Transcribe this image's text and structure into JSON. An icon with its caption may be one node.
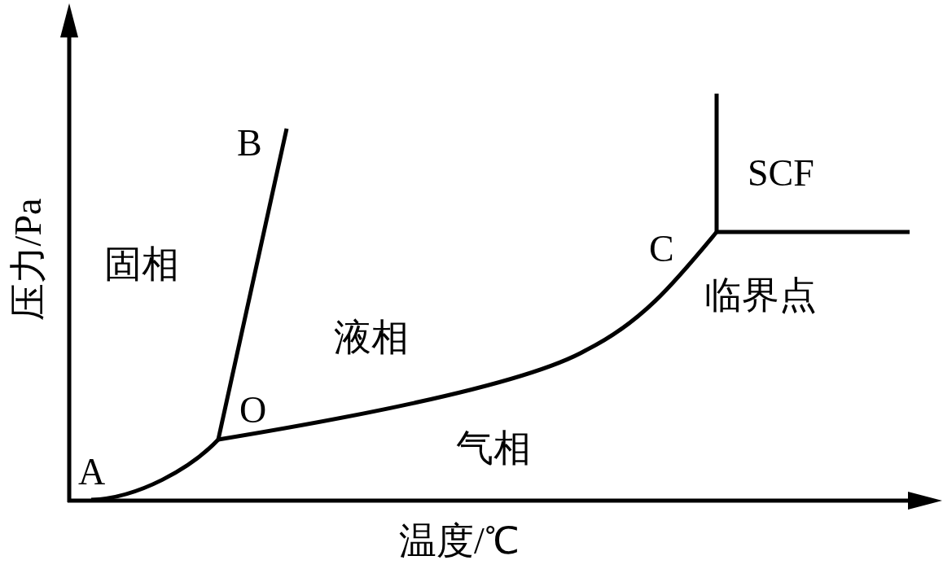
{
  "diagram": {
    "nodes": [
      {
        "text": [
          "A"
        ]
      },
      {
        "text": [
          "B"
        ]
      },
      {
        "text": [
          "O"
        ]
      },
      {
        "text": [
          "C"
        ]
      }
    ],
    "edges": [
      {
        "from": 0,
        "to": 2,
        "arrow": "none"
      },
      {
        "from": 2,
        "to": 1,
        "arrow": "none"
      },
      {
        "from": 2,
        "to": 3,
        "arrow": "none"
      },
      {
        "from": 3,
        "to": null,
        "arrow": "none"
      },
      {
        "from": 3,
        "to": null,
        "arrow": "none"
      }
    ],
    "labels": [
      "SCF",
      "固相",
      "临界点",
      "液相",
      "气相",
      "压力/Pa",
      "温度/℃"
    ]
  }
}
